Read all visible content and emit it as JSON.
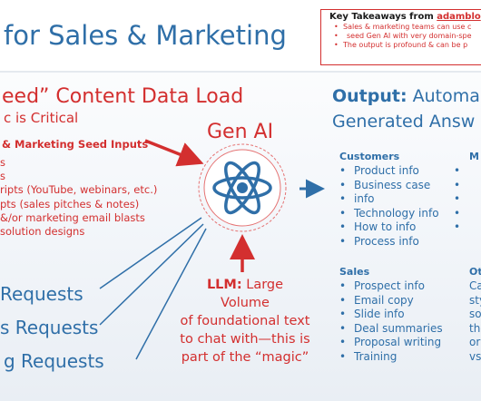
{
  "title": "for Sales & Marketing",
  "takeaways": {
    "heading": "Key Takeaways from ",
    "heading_link": "adamblo",
    "bullets": [
      "Sales & marketing  teams can use c",
      "seed Gen AI with very domain-spe",
      "The output is profound & can be p"
    ]
  },
  "seed": {
    "title": "eed” Content Data Load",
    "subtitle": "c is Critical",
    "inputs_heading": "& Marketing  Seed Inputs",
    "inputs": [
      "s",
      "s",
      "ripts (YouTube, webinars, etc.)",
      "pts (sales pitches & notes)",
      "&/or marketing email blasts",
      "solution designs"
    ]
  },
  "requests": [
    "Requests",
    "s Requests",
    "g Requests"
  ],
  "gen_ai": {
    "label": "Gen AI",
    "icon": "atom-icon",
    "color": "#2f6fa8"
  },
  "llm": {
    "strong": "LLM:",
    "line1_rest": " Large",
    "line2": "Volume",
    "line3": "of foundational text",
    "line4": "to chat with—this is",
    "line5": "part of the “magic”"
  },
  "output": {
    "strong": "Output:",
    "line1_rest": " Automa",
    "line2": "Generated Answ"
  },
  "customers": {
    "heading": "Customers",
    "items": [
      "Product info",
      "Business case",
      "info",
      "Technology info",
      "How to info",
      "Process info"
    ]
  },
  "sales": {
    "heading": "Sales",
    "items": [
      "Prospect info",
      "Email copy",
      "Slide info",
      "Deal summaries",
      "Proposal writing",
      "Training"
    ]
  },
  "right_col_a": {
    "heading": "M",
    "bullet_count": 5
  },
  "right_col_b": {
    "heading": "Ot",
    "items": [
      "Ca",
      "sty",
      "so",
      "the",
      "or",
      "vs."
    ]
  },
  "colors": {
    "blue": "#2f6fa8",
    "red": "#d32f2f"
  }
}
